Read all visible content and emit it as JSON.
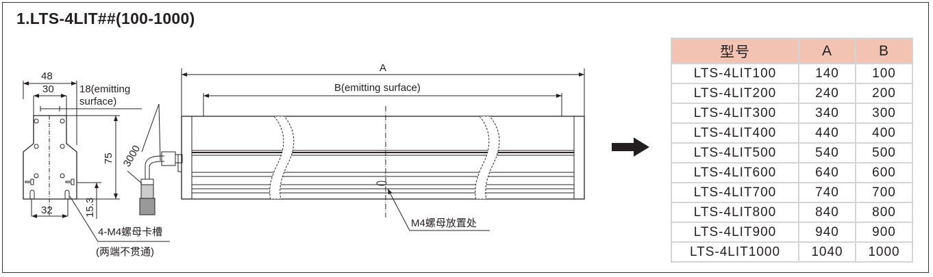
{
  "title": "1.LTS-4LIT##(100-1000)",
  "profile": {
    "dim_width": "48",
    "dim_inner": "30",
    "dim_emitting": "18(emitting",
    "dim_emitting_2": "surface)",
    "dim_height": "75",
    "dim_bottom": "32",
    "dim_slot_height": "15.3",
    "slot_note": "4-M4螺母卡槽",
    "slot_note_2": "(两端不贯通)",
    "cable_length": "3000"
  },
  "bar": {
    "dim_a": "A",
    "dim_b": "B(emitting surface)",
    "nut_note": "M4螺母放置处"
  },
  "table": {
    "headers": [
      "型号",
      "A",
      "B"
    ],
    "header_color": "#f2c3b3",
    "rows": [
      [
        "LTS-4LIT100",
        "140",
        "100"
      ],
      [
        "LTS-4LIT200",
        "240",
        "200"
      ],
      [
        "LTS-4LIT300",
        "340",
        "300"
      ],
      [
        "LTS-4LIT400",
        "440",
        "400"
      ],
      [
        "LTS-4LIT500",
        "540",
        "500"
      ],
      [
        "LTS-4LIT600",
        "640",
        "600"
      ],
      [
        "LTS-4LIT700",
        "740",
        "700"
      ],
      [
        "LTS-4LIT800",
        "840",
        "800"
      ],
      [
        "LTS-4LIT900",
        "940",
        "900"
      ],
      [
        "LTS-4LIT1000",
        "1040",
        "1000"
      ]
    ]
  },
  "arrow_icon": "right-arrow-icon"
}
